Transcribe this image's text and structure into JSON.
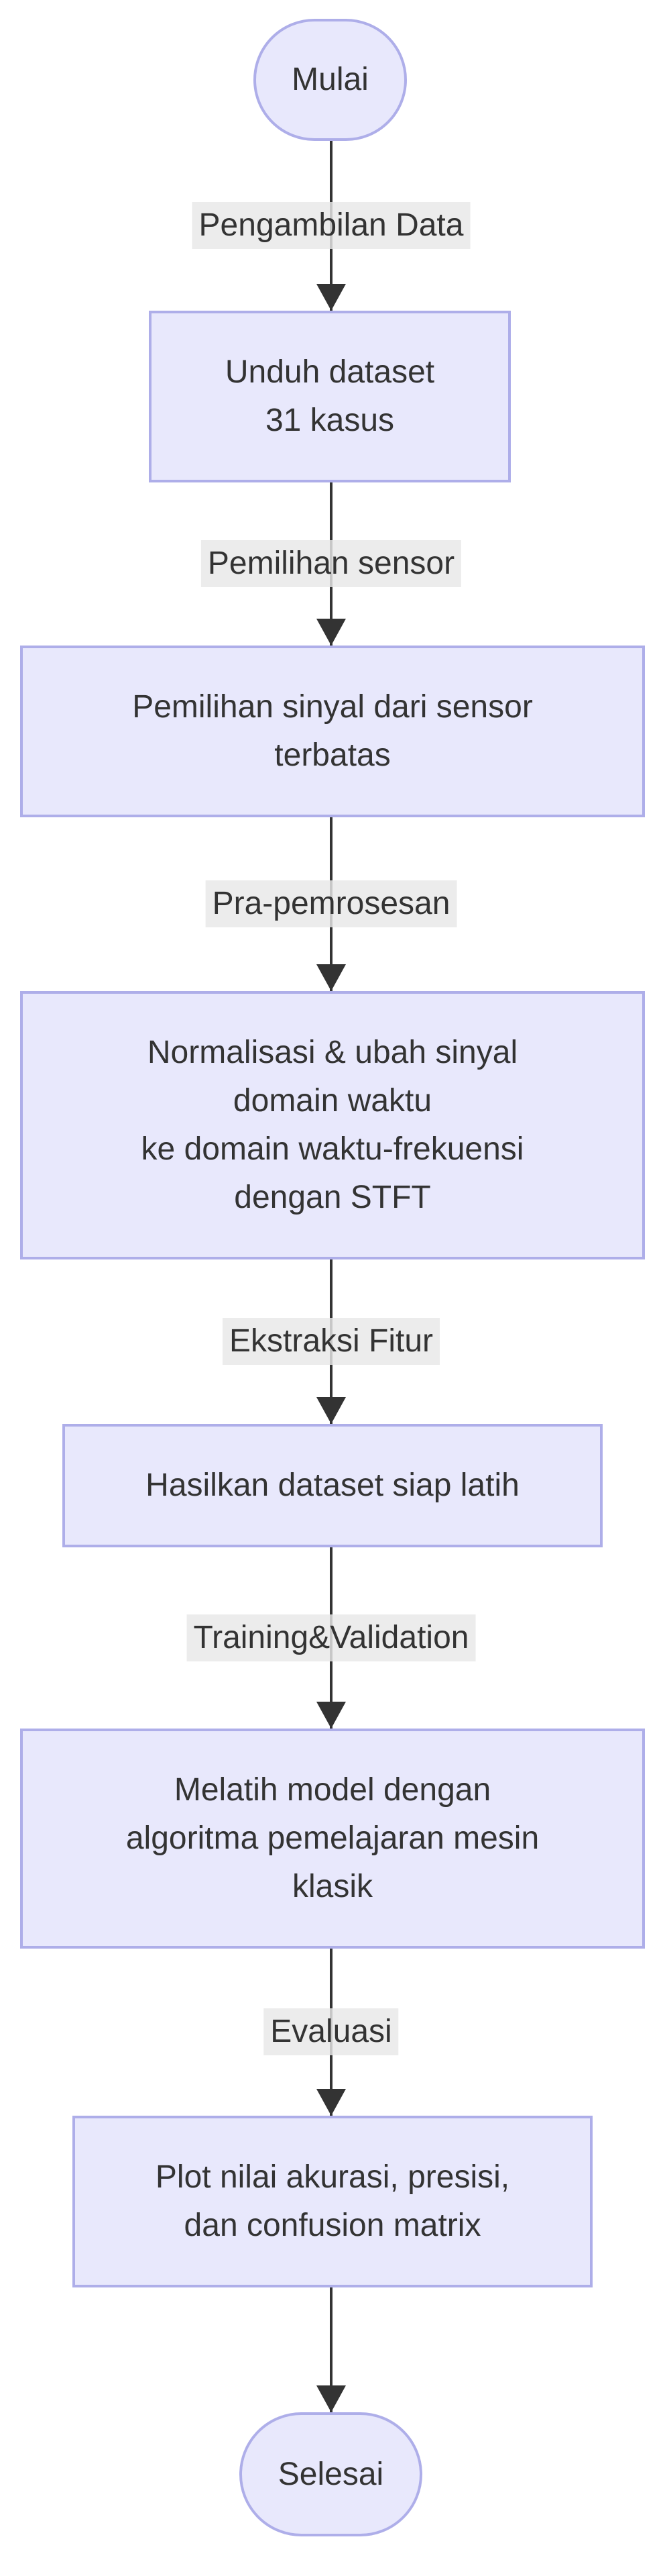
{
  "diagram_type": "flowchart",
  "direction": "top-down",
  "nodes": {
    "start": {
      "shape": "stadium",
      "label": "Mulai"
    },
    "download_dataset": {
      "shape": "rect",
      "lines": [
        "Unduh dataset",
        "31 kasus"
      ]
    },
    "signal_selection": {
      "shape": "rect",
      "lines": [
        "Pemilihan sinyal dari sensor",
        "terbatas"
      ]
    },
    "preprocessing": {
      "shape": "rect",
      "lines": [
        "Normalisasi & ubah sinyal",
        "domain waktu",
        "ke domain waktu-frekuensi",
        "dengan STFT"
      ]
    },
    "feature_dataset": {
      "shape": "rect",
      "lines": [
        "Hasilkan dataset siap latih"
      ]
    },
    "training": {
      "shape": "rect",
      "lines": [
        "Melatih model dengan",
        "algoritma pemelajaran mesin",
        "klasik"
      ]
    },
    "evaluation_plot": {
      "shape": "rect",
      "lines": [
        "Plot nilai akurasi, presisi,",
        "dan confusion matrix"
      ]
    },
    "end": {
      "shape": "stadium",
      "label": "Selesai"
    }
  },
  "edge_labels": {
    "e1": "Pengambilan Data",
    "e2": "Pemilihan sensor",
    "e3": "Pra-pemrosesan",
    "e4": "Ekstraksi Fitur",
    "e5": "Training&Validation",
    "e6": "Evaluasi"
  },
  "colors": {
    "background": "#ffffff",
    "node_fill": "#e8e8fc",
    "node_border": "#aeaee9",
    "edge_line": "#333333",
    "edge_label_bg": "#e8e8e8",
    "text": "#333333"
  }
}
